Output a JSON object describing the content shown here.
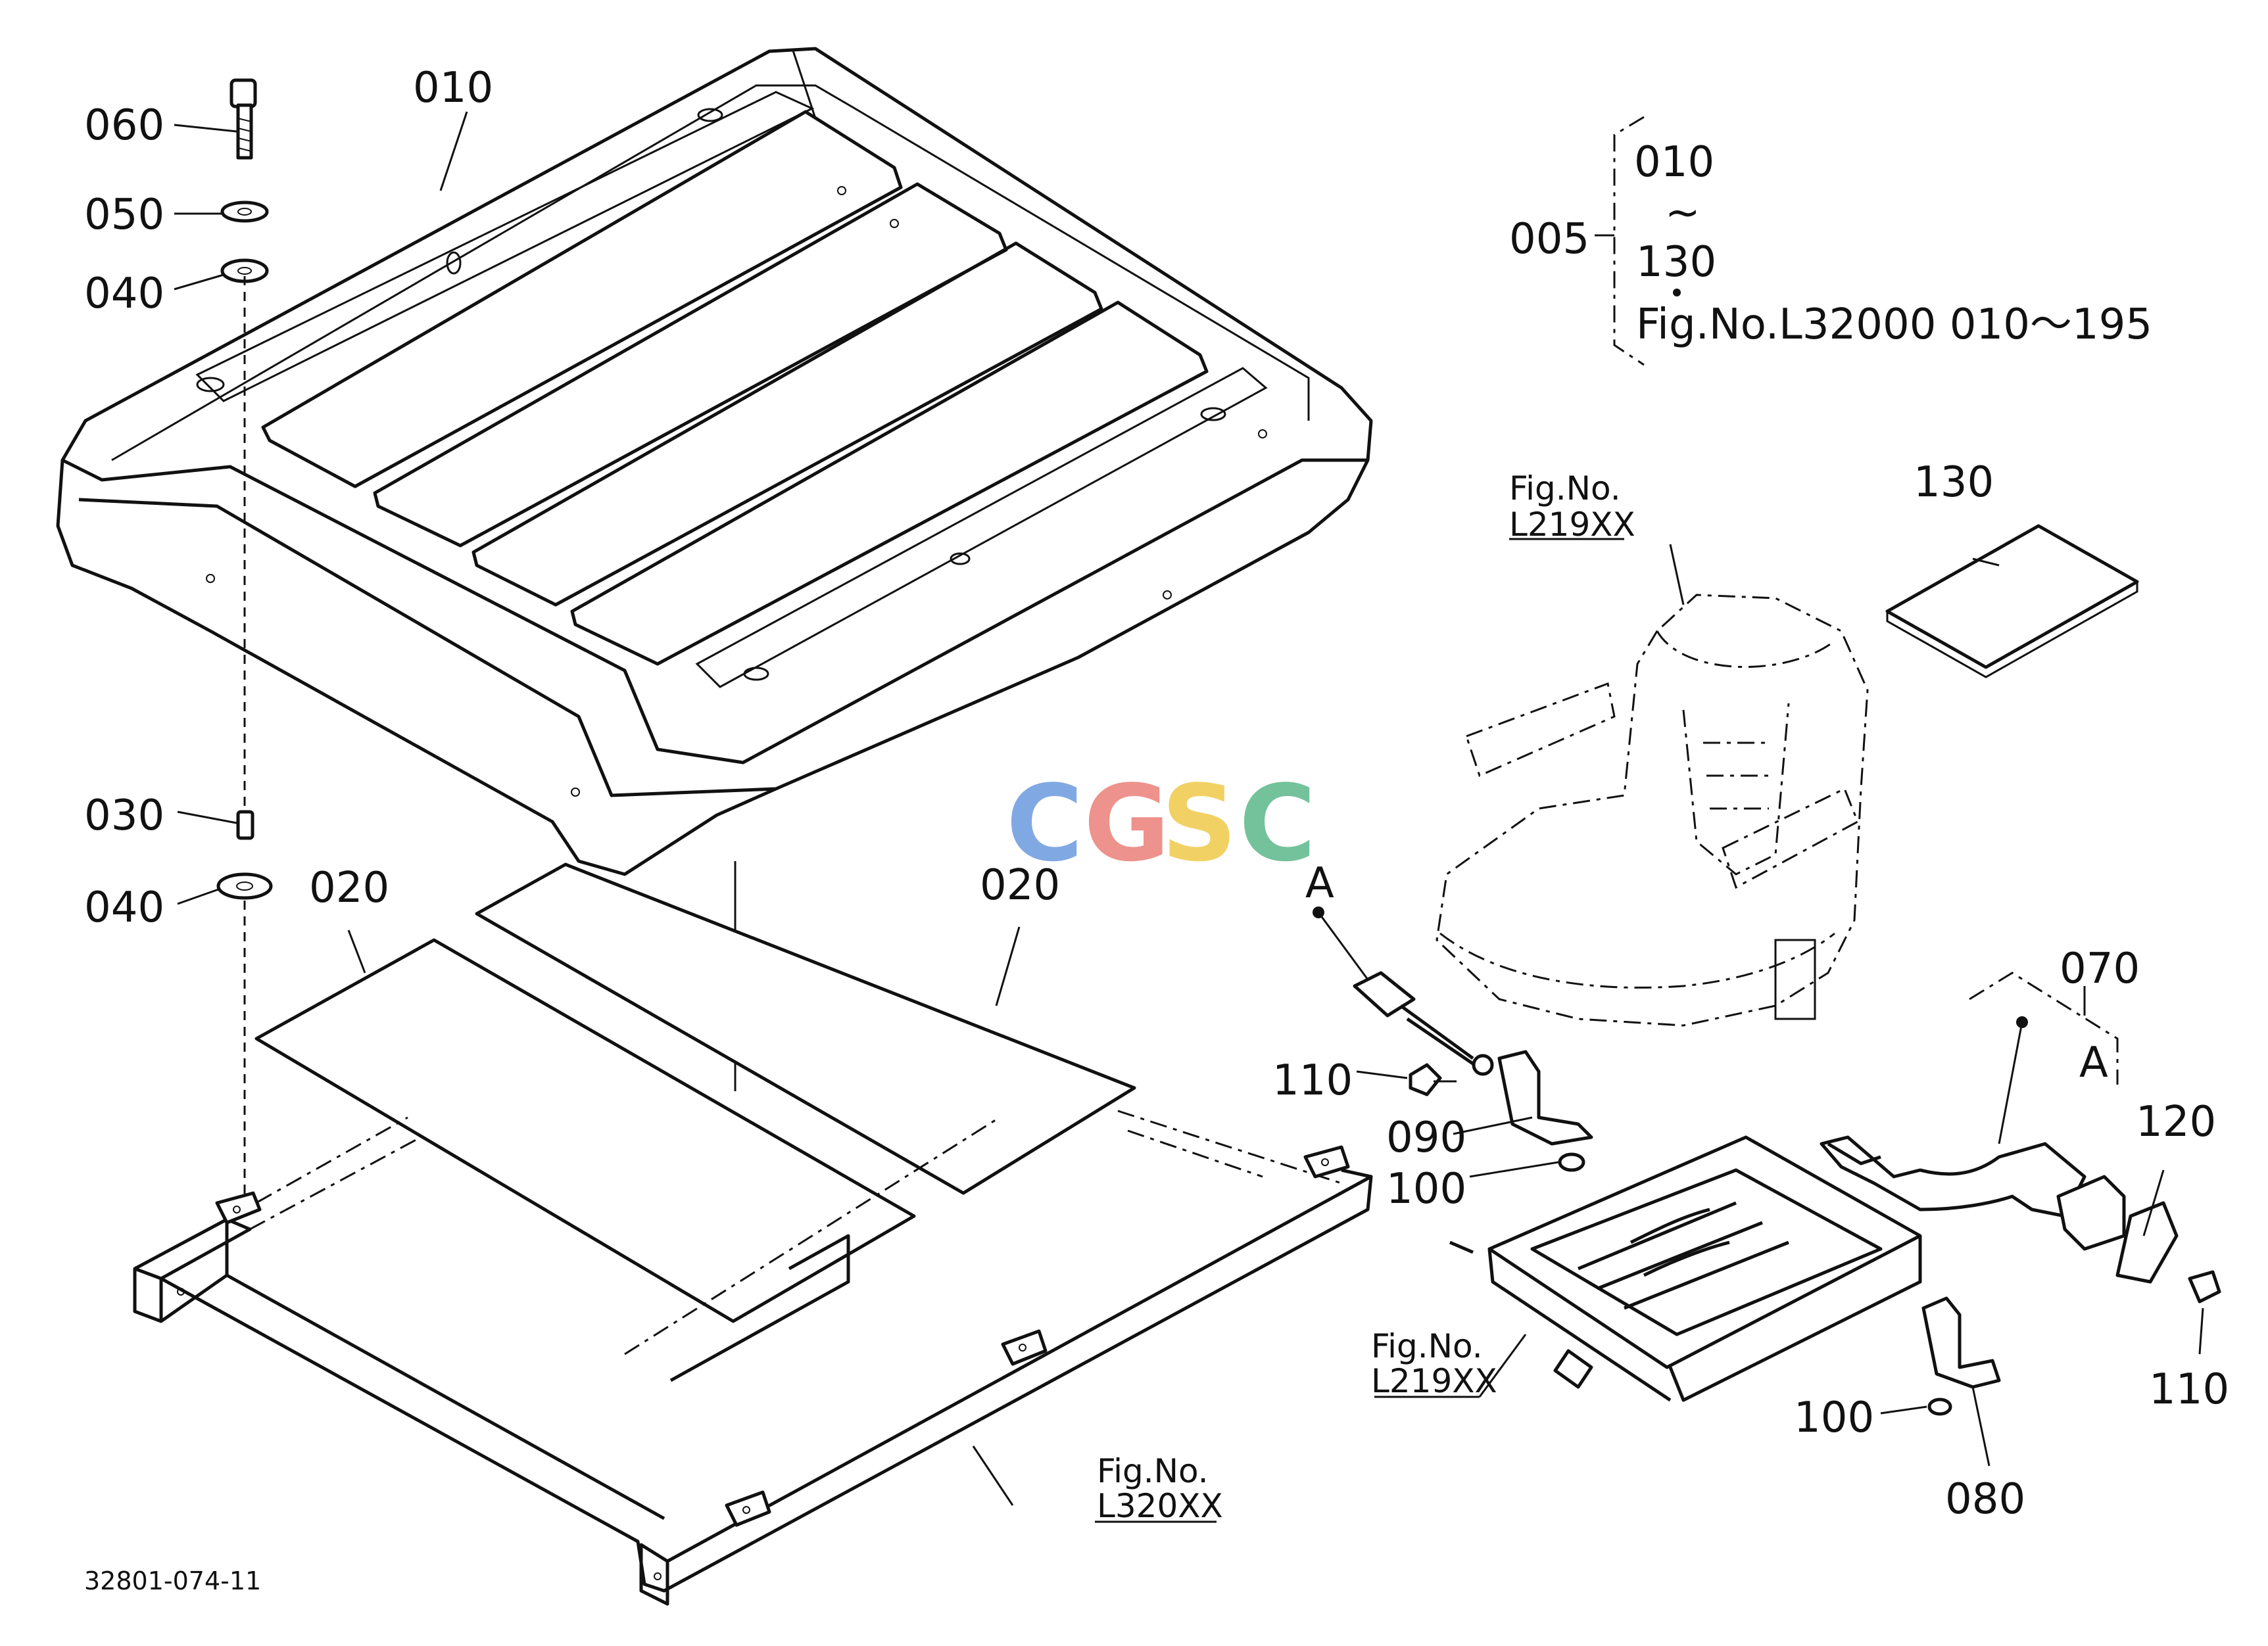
{
  "diagram": {
    "callouts": {
      "p010": "010",
      "p060": "060",
      "p050": "050",
      "p040a": "040",
      "p030": "030",
      "p040b": "040",
      "p020a": "020",
      "p020b": "020",
      "p070": "070",
      "p110a": "110",
      "p090": "090",
      "p100a": "100",
      "p120": "120",
      "p110b": "110",
      "p100b": "100",
      "p080": "080",
      "p130": "130"
    },
    "set": {
      "id": "005",
      "from": "010",
      "tilde": "~",
      "to": "130",
      "ref": "Fig.No.L32000  010～195"
    },
    "refs": {
      "seat_fig": "Fig.No.",
      "seat_code": "L219XX",
      "slide_fig": "Fig.No.",
      "slide_code": "L219XX",
      "frame_fig": "Fig.No.",
      "frame_code": "L320XX"
    },
    "markers": {
      "a1": "A",
      "a2": "A"
    },
    "drawing_number": "32801-074-11",
    "watermark": {
      "letters": [
        "C",
        "G",
        "S",
        "C"
      ],
      "colors": [
        "#6a9be0",
        "#ea7f78",
        "#f0c94a",
        "#5cb88a"
      ]
    }
  }
}
